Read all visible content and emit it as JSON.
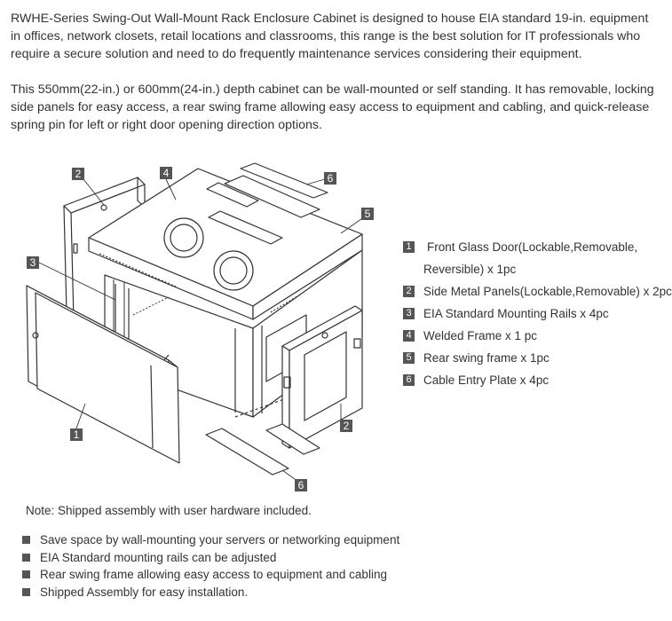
{
  "intro": {
    "paragraph1": "RWHE-Series Swing-Out Wall-Mount Rack Enclosure Cabinet is designed to house EIA standard 19-in. equipment in offices, network closets, retail locations and classrooms, this range is the best solution for IT professionals who require a secure solution and need to do frequently maintenance services considering their equipment.",
    "paragraph2": "This 550mm(22-in.) or 600mm(24-in.) depth cabinet can be wall-mounted or self standing. It has removable, locking side panels for easy access, a rear swing frame allowing easy access to equipment and cabling, and quick-release spring pin for left or right door opening direction options."
  },
  "diagram": {
    "callouts": [
      {
        "id": "c2a",
        "label": "2"
      },
      {
        "id": "c4",
        "label": "4"
      },
      {
        "id": "c6a",
        "label": "6"
      },
      {
        "id": "c5",
        "label": "5"
      },
      {
        "id": "c3",
        "label": "3"
      },
      {
        "id": "c1",
        "label": "1"
      },
      {
        "id": "c2b",
        "label": "2"
      },
      {
        "id": "c6b",
        "label": "6"
      }
    ]
  },
  "parts": [
    {
      "num": "1",
      "text": "Front Glass Door(Lockable,Removable,",
      "cont": "Reversible) x 1pc"
    },
    {
      "num": "2",
      "text": "Side Metal Panels(Lockable,Removable) x 2pc"
    },
    {
      "num": "3",
      "text": "EIA Standard Mounting Rails x 4pc"
    },
    {
      "num": "4",
      "text": "Welded Frame x 1 pc"
    },
    {
      "num": "5",
      "text": "Rear swing frame x 1pc"
    },
    {
      "num": "6",
      "text": "Cable Entry Plate x 4pc"
    }
  ],
  "note": "Note: Shipped assembly with user hardware included.",
  "features": [
    "Save space by wall-mounting your servers or networking equipment",
    "EIA Standard mounting rails can be adjusted",
    "Rear swing frame allowing easy access to equipment and cabling",
    "Shipped Assembly for easy installation."
  ],
  "colors": {
    "text": "#333333",
    "badge": "#555555",
    "line": "#333333"
  }
}
